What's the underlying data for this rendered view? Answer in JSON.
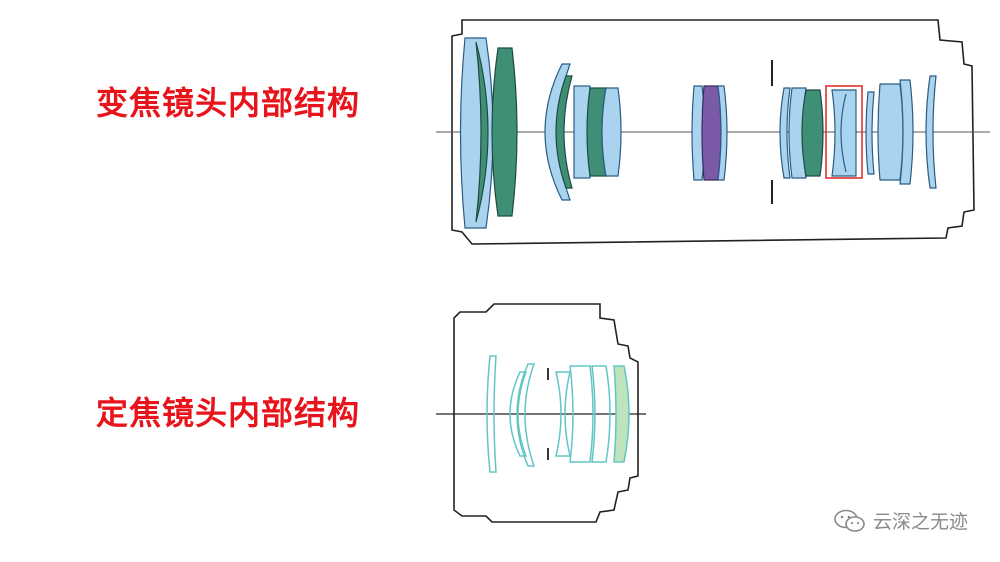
{
  "zoom_lens": {
    "label": "变焦镜头内部结构",
    "lens_icon": "zoom-lens-cross-section"
  },
  "prime_lens": {
    "label": "定焦镜头内部结构",
    "lens_icon": "prime-lens-cross-section"
  },
  "watermark": {
    "text": "云深之无迹",
    "icon": "wechat-icon"
  },
  "colors": {
    "label_red": "#e8141b",
    "lens_blue": "#a9d3ef",
    "lens_green": "#3f8f77",
    "lens_purple": "#7b5aa8",
    "prime_outline": "#63c5c6",
    "prime_green": "#bfe3bd",
    "highlight_box": "#e0312f"
  }
}
